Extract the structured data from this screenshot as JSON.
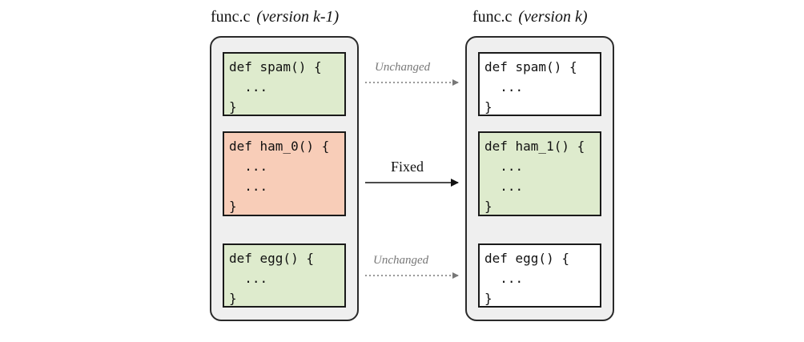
{
  "left": {
    "title": "func.c",
    "version": "(version k-1)",
    "blocks": [
      {
        "lines": [
          "def spam() {",
          "  ...",
          "}"
        ],
        "color": "#deebcd"
      },
      {
        "lines": [
          "def ham_0() {",
          "  ...",
          "  ...",
          "}"
        ],
        "color": "#f8cdb8"
      },
      {
        "lines": [
          "def egg() {",
          "  ...",
          "}"
        ],
        "color": "#deebcd"
      }
    ]
  },
  "right": {
    "title": "func.c",
    "version": "(version k)",
    "blocks": [
      {
        "lines": [
          "def spam() {",
          "  ...",
          "}"
        ],
        "color": "#ffffff"
      },
      {
        "lines": [
          "def ham_1() {",
          "  ...",
          "  ...",
          "}"
        ],
        "color": "#deebcd"
      },
      {
        "lines": [
          "def egg() {",
          "  ...",
          "}"
        ],
        "color": "#ffffff"
      }
    ]
  },
  "arrows": [
    {
      "label": "Unchanged",
      "style": "dotted"
    },
    {
      "label": "Fixed",
      "style": "solid"
    },
    {
      "label": "Unchanged",
      "style": "dotted"
    }
  ]
}
